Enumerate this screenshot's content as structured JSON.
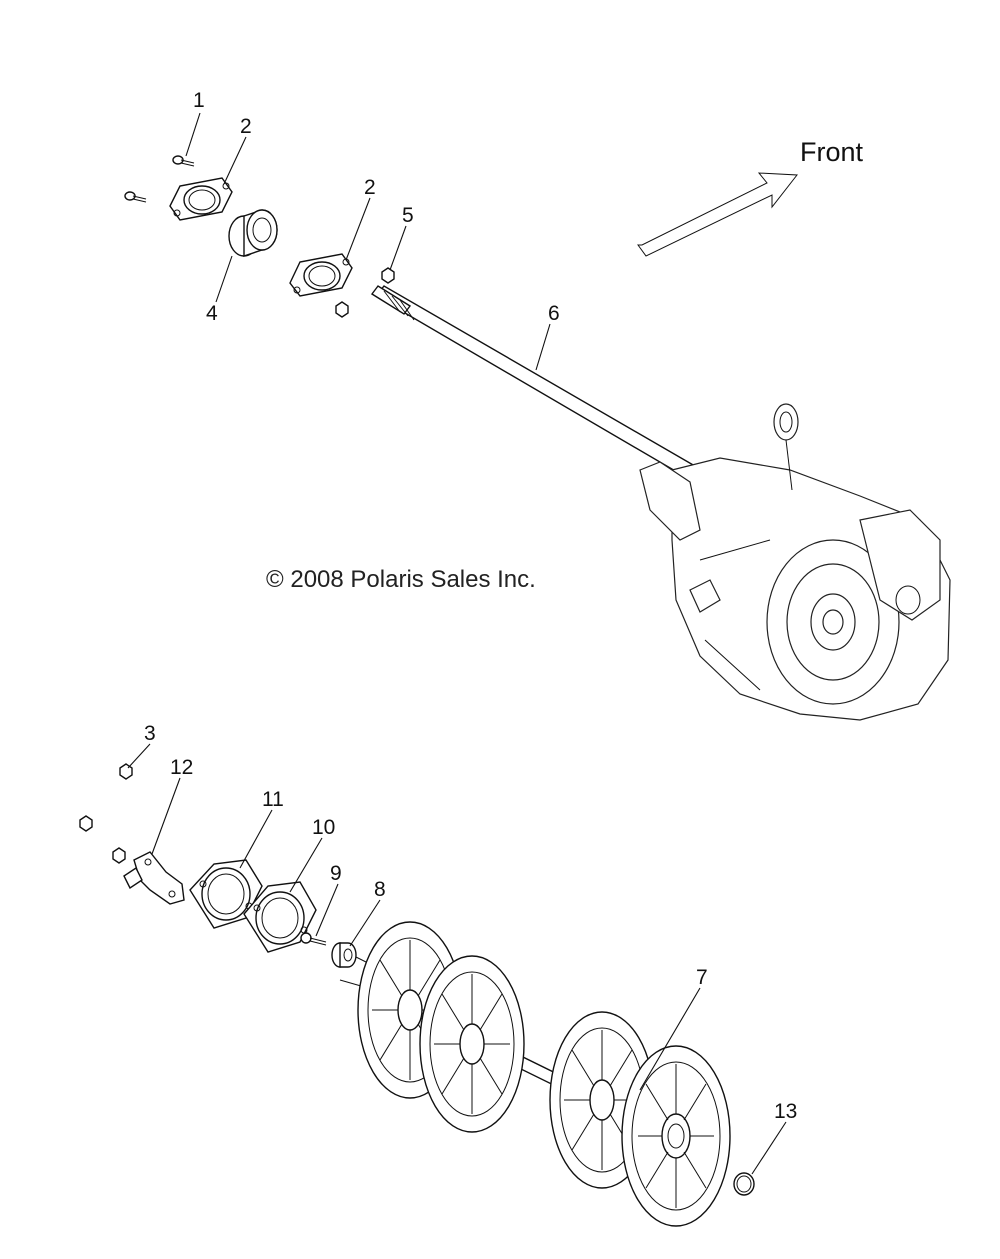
{
  "diagram": {
    "front_label": "Front",
    "copyright": "© 2008 Polaris Sales Inc.",
    "callouts": [
      "1",
      "2",
      "2",
      "3",
      "4",
      "5",
      "6",
      "7",
      "8",
      "9",
      "10",
      "11",
      "12",
      "13"
    ]
  }
}
